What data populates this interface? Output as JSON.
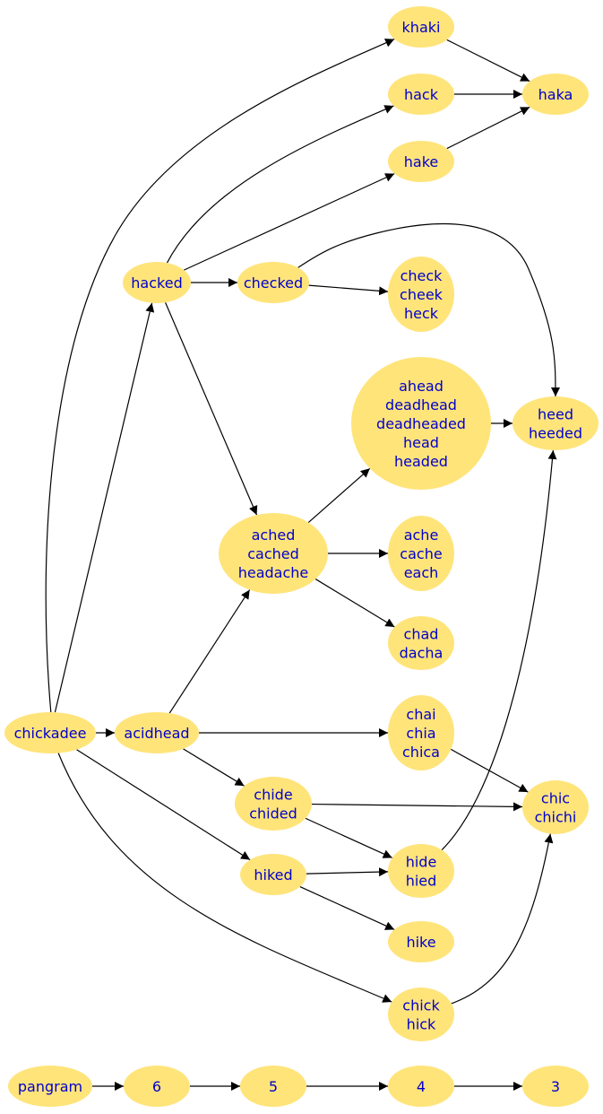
{
  "colors": {
    "node_fill": "#ffe47a",
    "node_text": "#0000cc",
    "edge": "#000000",
    "background": "#ffffff"
  },
  "nodes": {
    "khaki": [
      "khaki"
    ],
    "hack": [
      "hack"
    ],
    "hake": [
      "hake"
    ],
    "haka": [
      "haka"
    ],
    "hacked": [
      "hacked"
    ],
    "checked": [
      "checked"
    ],
    "check_group": [
      "check",
      "cheek",
      "heck"
    ],
    "ahead_group": [
      "ahead",
      "deadhead",
      "deadheaded",
      "head",
      "headed"
    ],
    "heed_group": [
      "heed",
      "heeded"
    ],
    "ached_group": [
      "ached",
      "cached",
      "headache"
    ],
    "ache_group": [
      "ache",
      "cache",
      "each"
    ],
    "chad_group": [
      "chad",
      "dacha"
    ],
    "chickadee": [
      "chickadee"
    ],
    "acidhead": [
      "acidhead"
    ],
    "chai_group": [
      "chai",
      "chia",
      "chica"
    ],
    "chide_group": [
      "chide",
      "chided"
    ],
    "chic_group": [
      "chic",
      "chichi"
    ],
    "hide_group": [
      "hide",
      "hied"
    ],
    "hiked": [
      "hiked"
    ],
    "hike": [
      "hike"
    ],
    "chick_group": [
      "chick",
      "hick"
    ],
    "pangram": [
      "pangram"
    ],
    "n6": [
      "6"
    ],
    "n5": [
      "5"
    ],
    "n4": [
      "4"
    ],
    "n3": [
      "3"
    ]
  },
  "edges": [
    [
      "chickadee",
      "khaki"
    ],
    [
      "chickadee",
      "hacked"
    ],
    [
      "chickadee",
      "acidhead"
    ],
    [
      "chickadee",
      "hiked"
    ],
    [
      "chickadee",
      "chick_group"
    ],
    [
      "hack",
      "haka"
    ],
    [
      "khaki",
      "haka"
    ],
    [
      "hake",
      "haka"
    ],
    [
      "hacked",
      "hack"
    ],
    [
      "hacked",
      "hake"
    ],
    [
      "hacked",
      "checked"
    ],
    [
      "hacked",
      "ached_group"
    ],
    [
      "checked",
      "check_group"
    ],
    [
      "checked",
      "heed_group"
    ],
    [
      "ahead_group",
      "heed_group"
    ],
    [
      "ached_group",
      "ahead_group"
    ],
    [
      "ached_group",
      "ache_group"
    ],
    [
      "ached_group",
      "chad_group"
    ],
    [
      "acidhead",
      "ached_group"
    ],
    [
      "acidhead",
      "chai_group"
    ],
    [
      "acidhead",
      "chide_group"
    ],
    [
      "chai_group",
      "chic_group"
    ],
    [
      "chide_group",
      "chic_group"
    ],
    [
      "chide_group",
      "hide_group"
    ],
    [
      "hide_group",
      "heed_group"
    ],
    [
      "hiked",
      "hide_group"
    ],
    [
      "hiked",
      "hike"
    ],
    [
      "chick_group",
      "chic_group"
    ],
    [
      "pangram",
      "n6"
    ],
    [
      "n6",
      "n5"
    ],
    [
      "n5",
      "n4"
    ],
    [
      "n4",
      "n3"
    ]
  ]
}
